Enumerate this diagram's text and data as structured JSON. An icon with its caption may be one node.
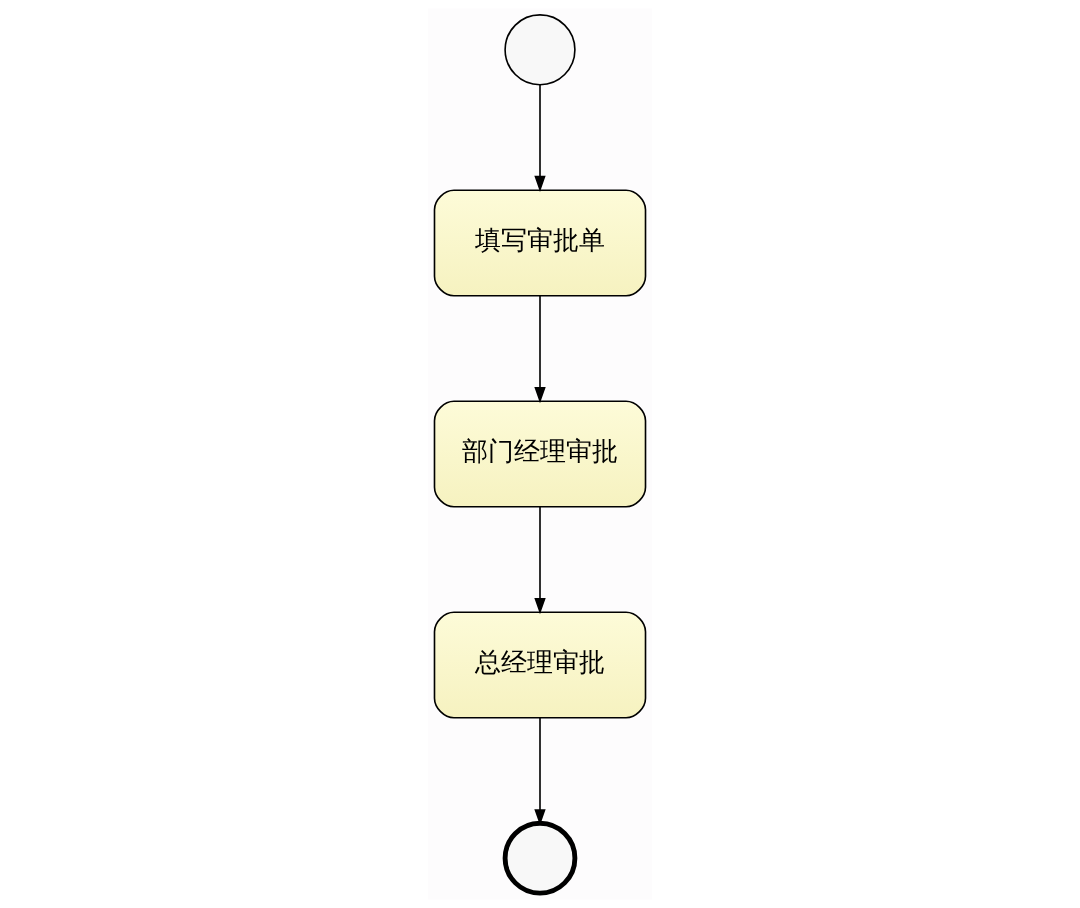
{
  "diagram": {
    "nodes": [
      {
        "text": [],
        "shape": "circle"
      },
      {
        "text": [
          "填写审批单"
        ]
      },
      {
        "text": [
          "部门经理审批"
        ]
      },
      {
        "text": [
          "总经理审批"
        ]
      },
      {
        "text": [],
        "shape": "circle"
      }
    ],
    "edges": [
      {
        "from": 0,
        "to": 1,
        "arrow": "to"
      },
      {
        "from": 1,
        "to": 2,
        "arrow": "to"
      },
      {
        "from": 2,
        "to": 3,
        "arrow": "to"
      },
      {
        "from": 3,
        "to": 4,
        "arrow": "to"
      }
    ]
  }
}
